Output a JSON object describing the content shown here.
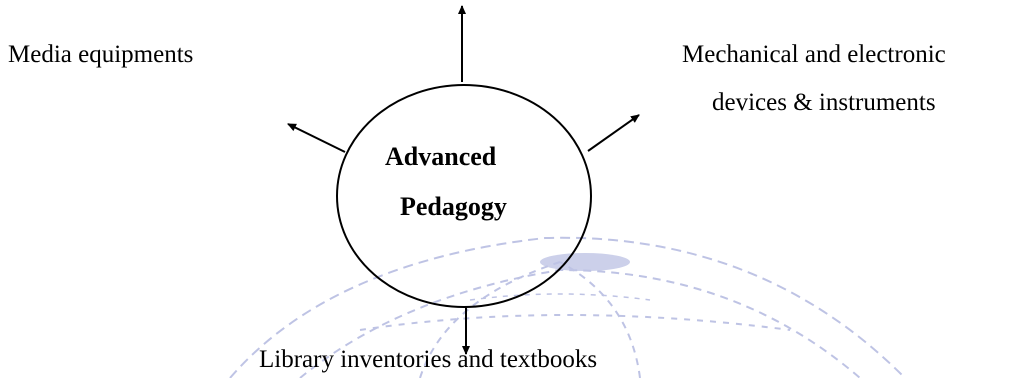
{
  "diagram": {
    "center": {
      "line1": "Advanced",
      "line2": "Pedagogy"
    },
    "nodes": {
      "top_left": "Media equipments",
      "top_right_line1": "Mechanical and electronic",
      "top_right_line2": "devices & instruments",
      "bottom": "Library inventories and textbooks"
    },
    "colors": {
      "ink": "#000000",
      "watermark": "#7f88c9"
    },
    "watermark_icon": "globe-watermark"
  }
}
